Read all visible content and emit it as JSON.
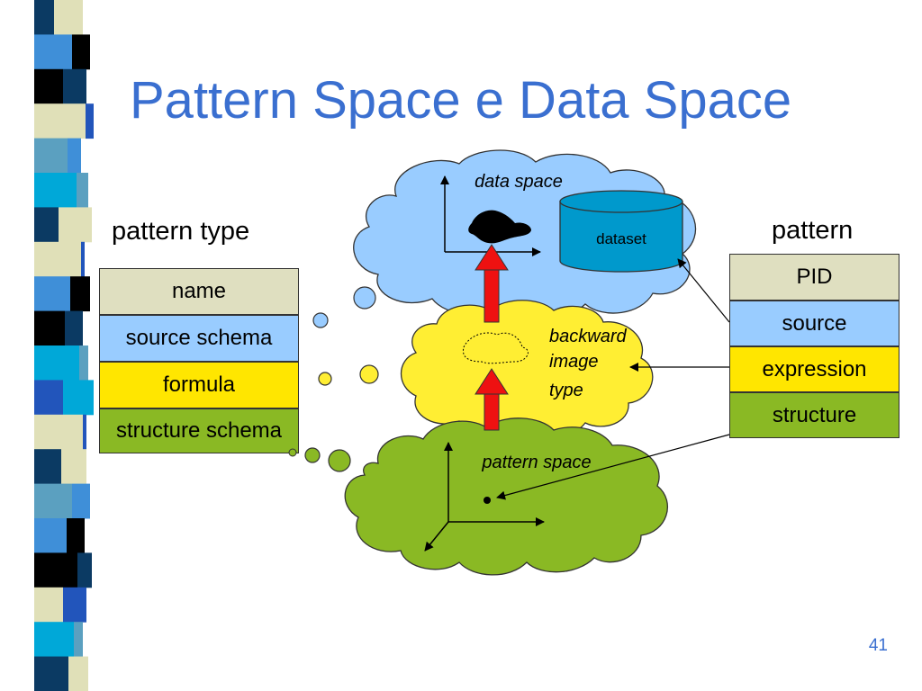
{
  "slide": {
    "title": "Pattern Space e Data Space",
    "number": "41"
  },
  "pattern_type": {
    "heading": "pattern type",
    "rows": [
      {
        "label": "name",
        "color": "#DFDFC0"
      },
      {
        "label": "source schema",
        "color": "#99CCFF"
      },
      {
        "label": "formula",
        "color": "#FFE600"
      },
      {
        "label": "structure schema",
        "color": "#8AB924"
      }
    ]
  },
  "pattern": {
    "heading": "pattern",
    "rows": [
      {
        "label": "PID",
        "color": "#DFDFC0"
      },
      {
        "label": "source",
        "color": "#99CCFF"
      },
      {
        "label": "expression",
        "color": "#FFE600"
      },
      {
        "label": "structure",
        "color": "#8AB924"
      }
    ]
  },
  "clouds": {
    "data_space": {
      "label": "data space",
      "color": "#99CCFF"
    },
    "backward": {
      "label_lines": [
        "backward",
        "image",
        "type"
      ],
      "color": "#FFEE33"
    },
    "pattern_space": {
      "label": "pattern space",
      "color": "#8AB924"
    }
  },
  "dataset": {
    "label": "dataset",
    "color": "#0099CC"
  },
  "colors": {
    "title": "#3A6FD0",
    "arrow": "#EE1111",
    "stripe_colors": [
      "#0B3A63",
      "#3F8FD8",
      "#00A8D8",
      "#E0E0B8",
      "#000000",
      "#5BA0C0",
      "#2255BB"
    ]
  }
}
